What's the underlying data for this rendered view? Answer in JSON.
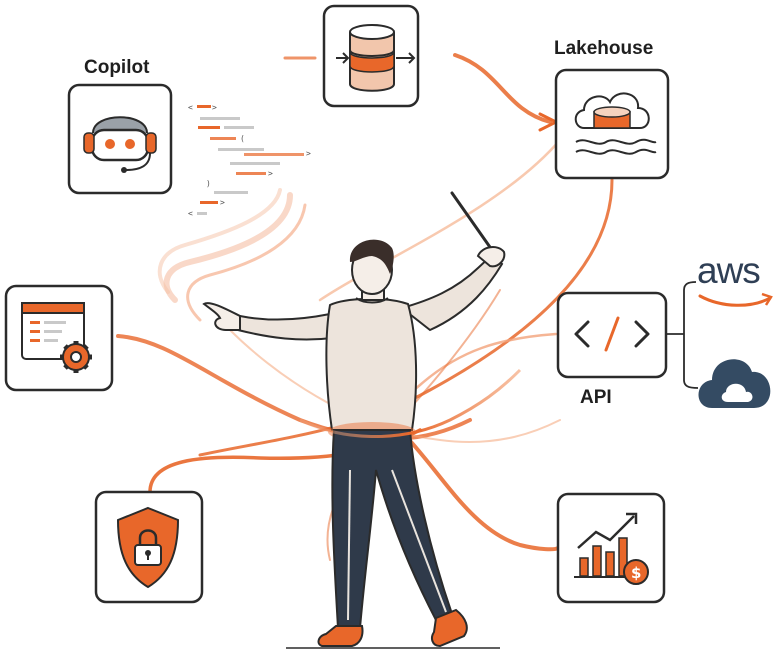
{
  "labels": {
    "copilot": "Copilot",
    "lakehouse": "Lakehouse",
    "api": "API",
    "aws": "aws"
  },
  "code_snippet": {
    "lines": [
      "<",
      "<",
      "(",
      ">",
      ">",
      ")",
      ">",
      "<"
    ]
  },
  "icons": {
    "copilot": "headset-bot-icon",
    "data_pipeline": "database-pipeline-icon",
    "lakehouse": "cloud-lake-database-icon",
    "settings": "browser-gear-icon",
    "api": "code-brackets-icon",
    "cloud": "cloud-icon",
    "security": "shield-lock-icon",
    "finance": "growth-chart-dollar-icon"
  },
  "colors": {
    "accent": "#e8672a",
    "accent_light": "#f4a57a",
    "outline": "#2b2b2b",
    "cloud_blue": "#344b63",
    "shirt": "#ede4dc",
    "pants": "#2f3a4a"
  }
}
